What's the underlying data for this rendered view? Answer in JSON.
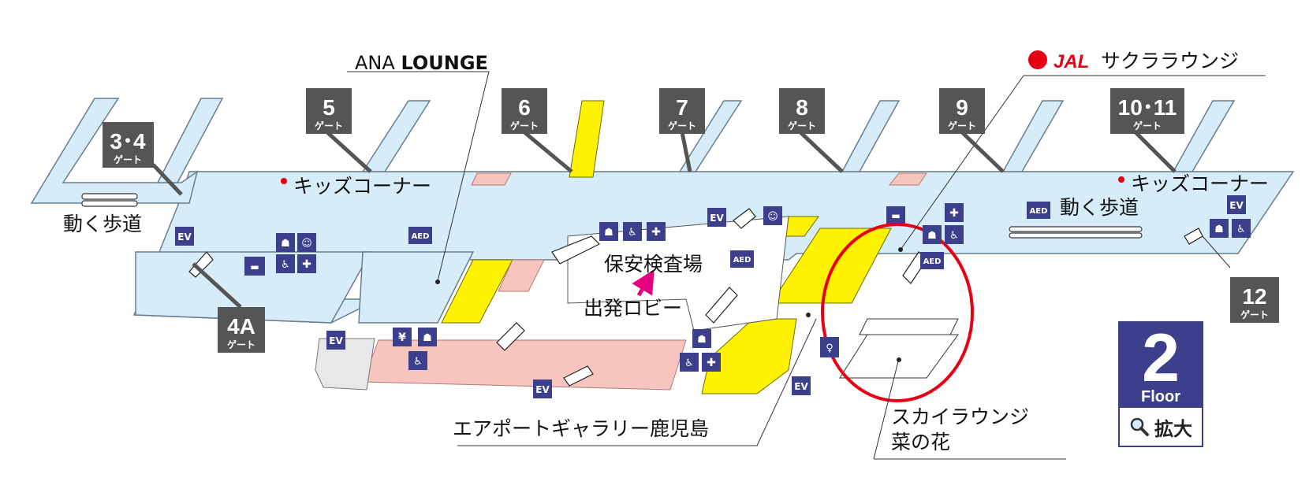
{
  "gates": {
    "g34": {
      "num": "3･4",
      "sub": "ゲート"
    },
    "g4a": {
      "num": "4A",
      "sub": "ゲート"
    },
    "g5": {
      "num": "5",
      "sub": "ゲート"
    },
    "g6": {
      "num": "6",
      "sub": "ゲート"
    },
    "g7": {
      "num": "7",
      "sub": "ゲート"
    },
    "g8": {
      "num": "8",
      "sub": "ゲート"
    },
    "g9": {
      "num": "9",
      "sub": "ゲート"
    },
    "g1011": {
      "num": "10･11",
      "sub": "ゲート"
    },
    "g12": {
      "num": "12",
      "sub": "ゲート"
    }
  },
  "labels": {
    "ana_lounge_prefix": "ANA",
    "ana_lounge_suffix": "LOUNGE",
    "jal_brand": "JAL",
    "jal_lounge": "サクララウンジ",
    "kids_corner_left": "キッズコーナー",
    "kids_corner_right": "キッズコーナー",
    "moving_walk_left": "動く歩道",
    "moving_walk_right": "動く歩道",
    "security": "保安検査場",
    "departure_lobby": "出発ロビー",
    "gallery": "エアポートギャラリー鹿児島",
    "sky_lounge_line1": "スカイラウンジ",
    "sky_lounge_line2": "菜の花"
  },
  "icons": {
    "ev": "EV",
    "aed": "AED",
    "yen": "¥"
  },
  "floor": {
    "number": "2",
    "word": "Floor",
    "zoom": "拡大"
  },
  "colors": {
    "gate_badge": "#555555",
    "concourse": "#d6ecf8",
    "lounge_yellow": "#fff200",
    "shop_pink": "#f7c5bd",
    "icon_navy": "#3b3f8c",
    "highlight_circle": "#e60012",
    "jal_red": "#e60012",
    "kids_dot": "#e60012"
  }
}
